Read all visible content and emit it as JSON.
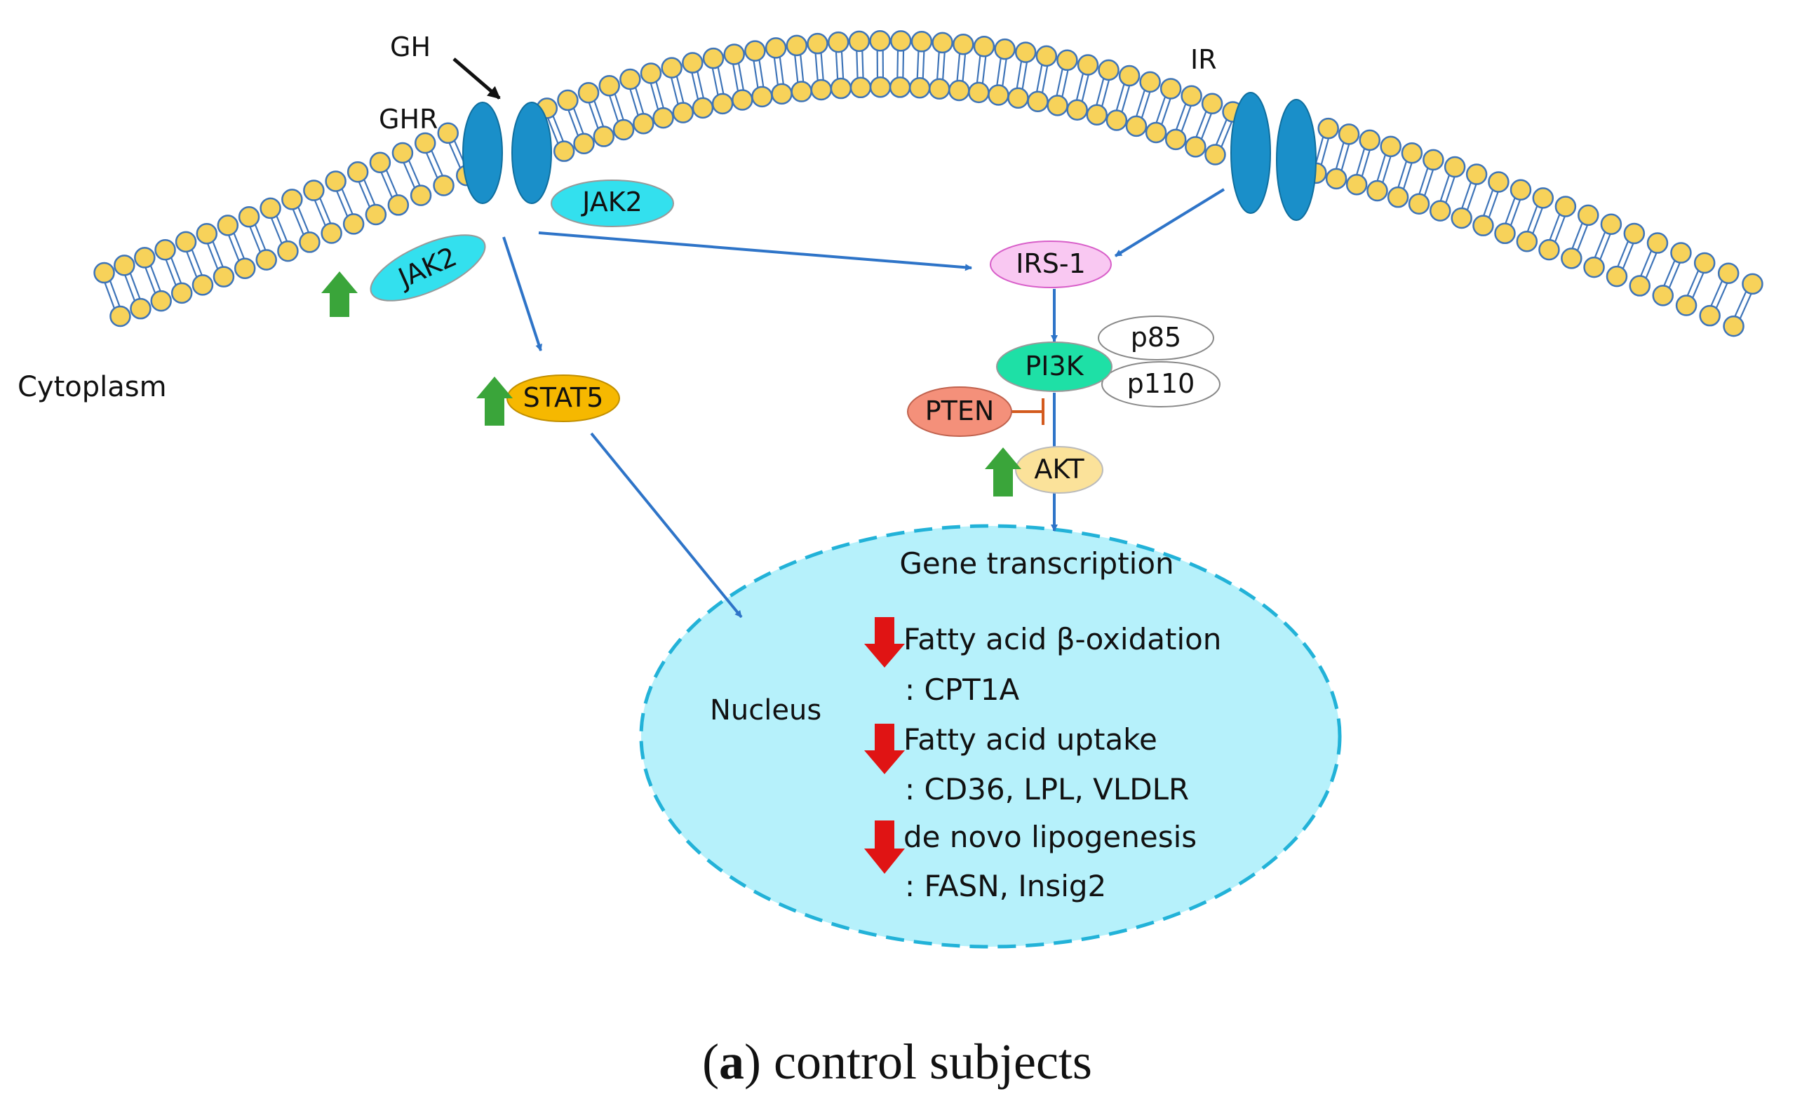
{
  "labels": {
    "gh": "GH",
    "ghr": "GHR",
    "ir": "IR",
    "cytoplasm": "Cytoplasm",
    "nucleus": "Nucleus",
    "gene_transcription": "Gene transcription"
  },
  "proteins": {
    "jak2_top": "JAK2",
    "jak2_bottom": "JAK2",
    "irs1": "IRS-1",
    "pi3k": "PI3K",
    "p85": "p85",
    "p110": "p110",
    "pten": "PTEN",
    "akt": "AKT",
    "stat5": "STAT5"
  },
  "genes": [
    {
      "title": "Fatty acid β-oxidation",
      "genes": ": CPT1A",
      "direction": "down"
    },
    {
      "title": "Fatty acid uptake",
      "genes": ": CD36, LPL, VLDLR",
      "direction": "down"
    },
    {
      "title": "de novo lipogenesis",
      "genes": ": FASN, Insig2",
      "direction": "down"
    }
  ],
  "caption": {
    "letter": "a",
    "text": "control subjects"
  },
  "colors": {
    "receptor": "#1a8fc9",
    "lipid_head": "#f7d25a",
    "lipid_outline": "#3e74b8",
    "arrow_blue": "#2e74c8",
    "up_arrow": "#3aa53a",
    "down_arrow": "#e01414",
    "jak2": "#33e0ee",
    "irs1": "#f9c8f2",
    "pi3k": "#1ee0a6",
    "pten": "#f4907a",
    "akt": "#fbe29a",
    "stat5": "#f6b800",
    "nucleus_fill": "#b6f1fb",
    "nucleus_border": "#22b2d8"
  }
}
